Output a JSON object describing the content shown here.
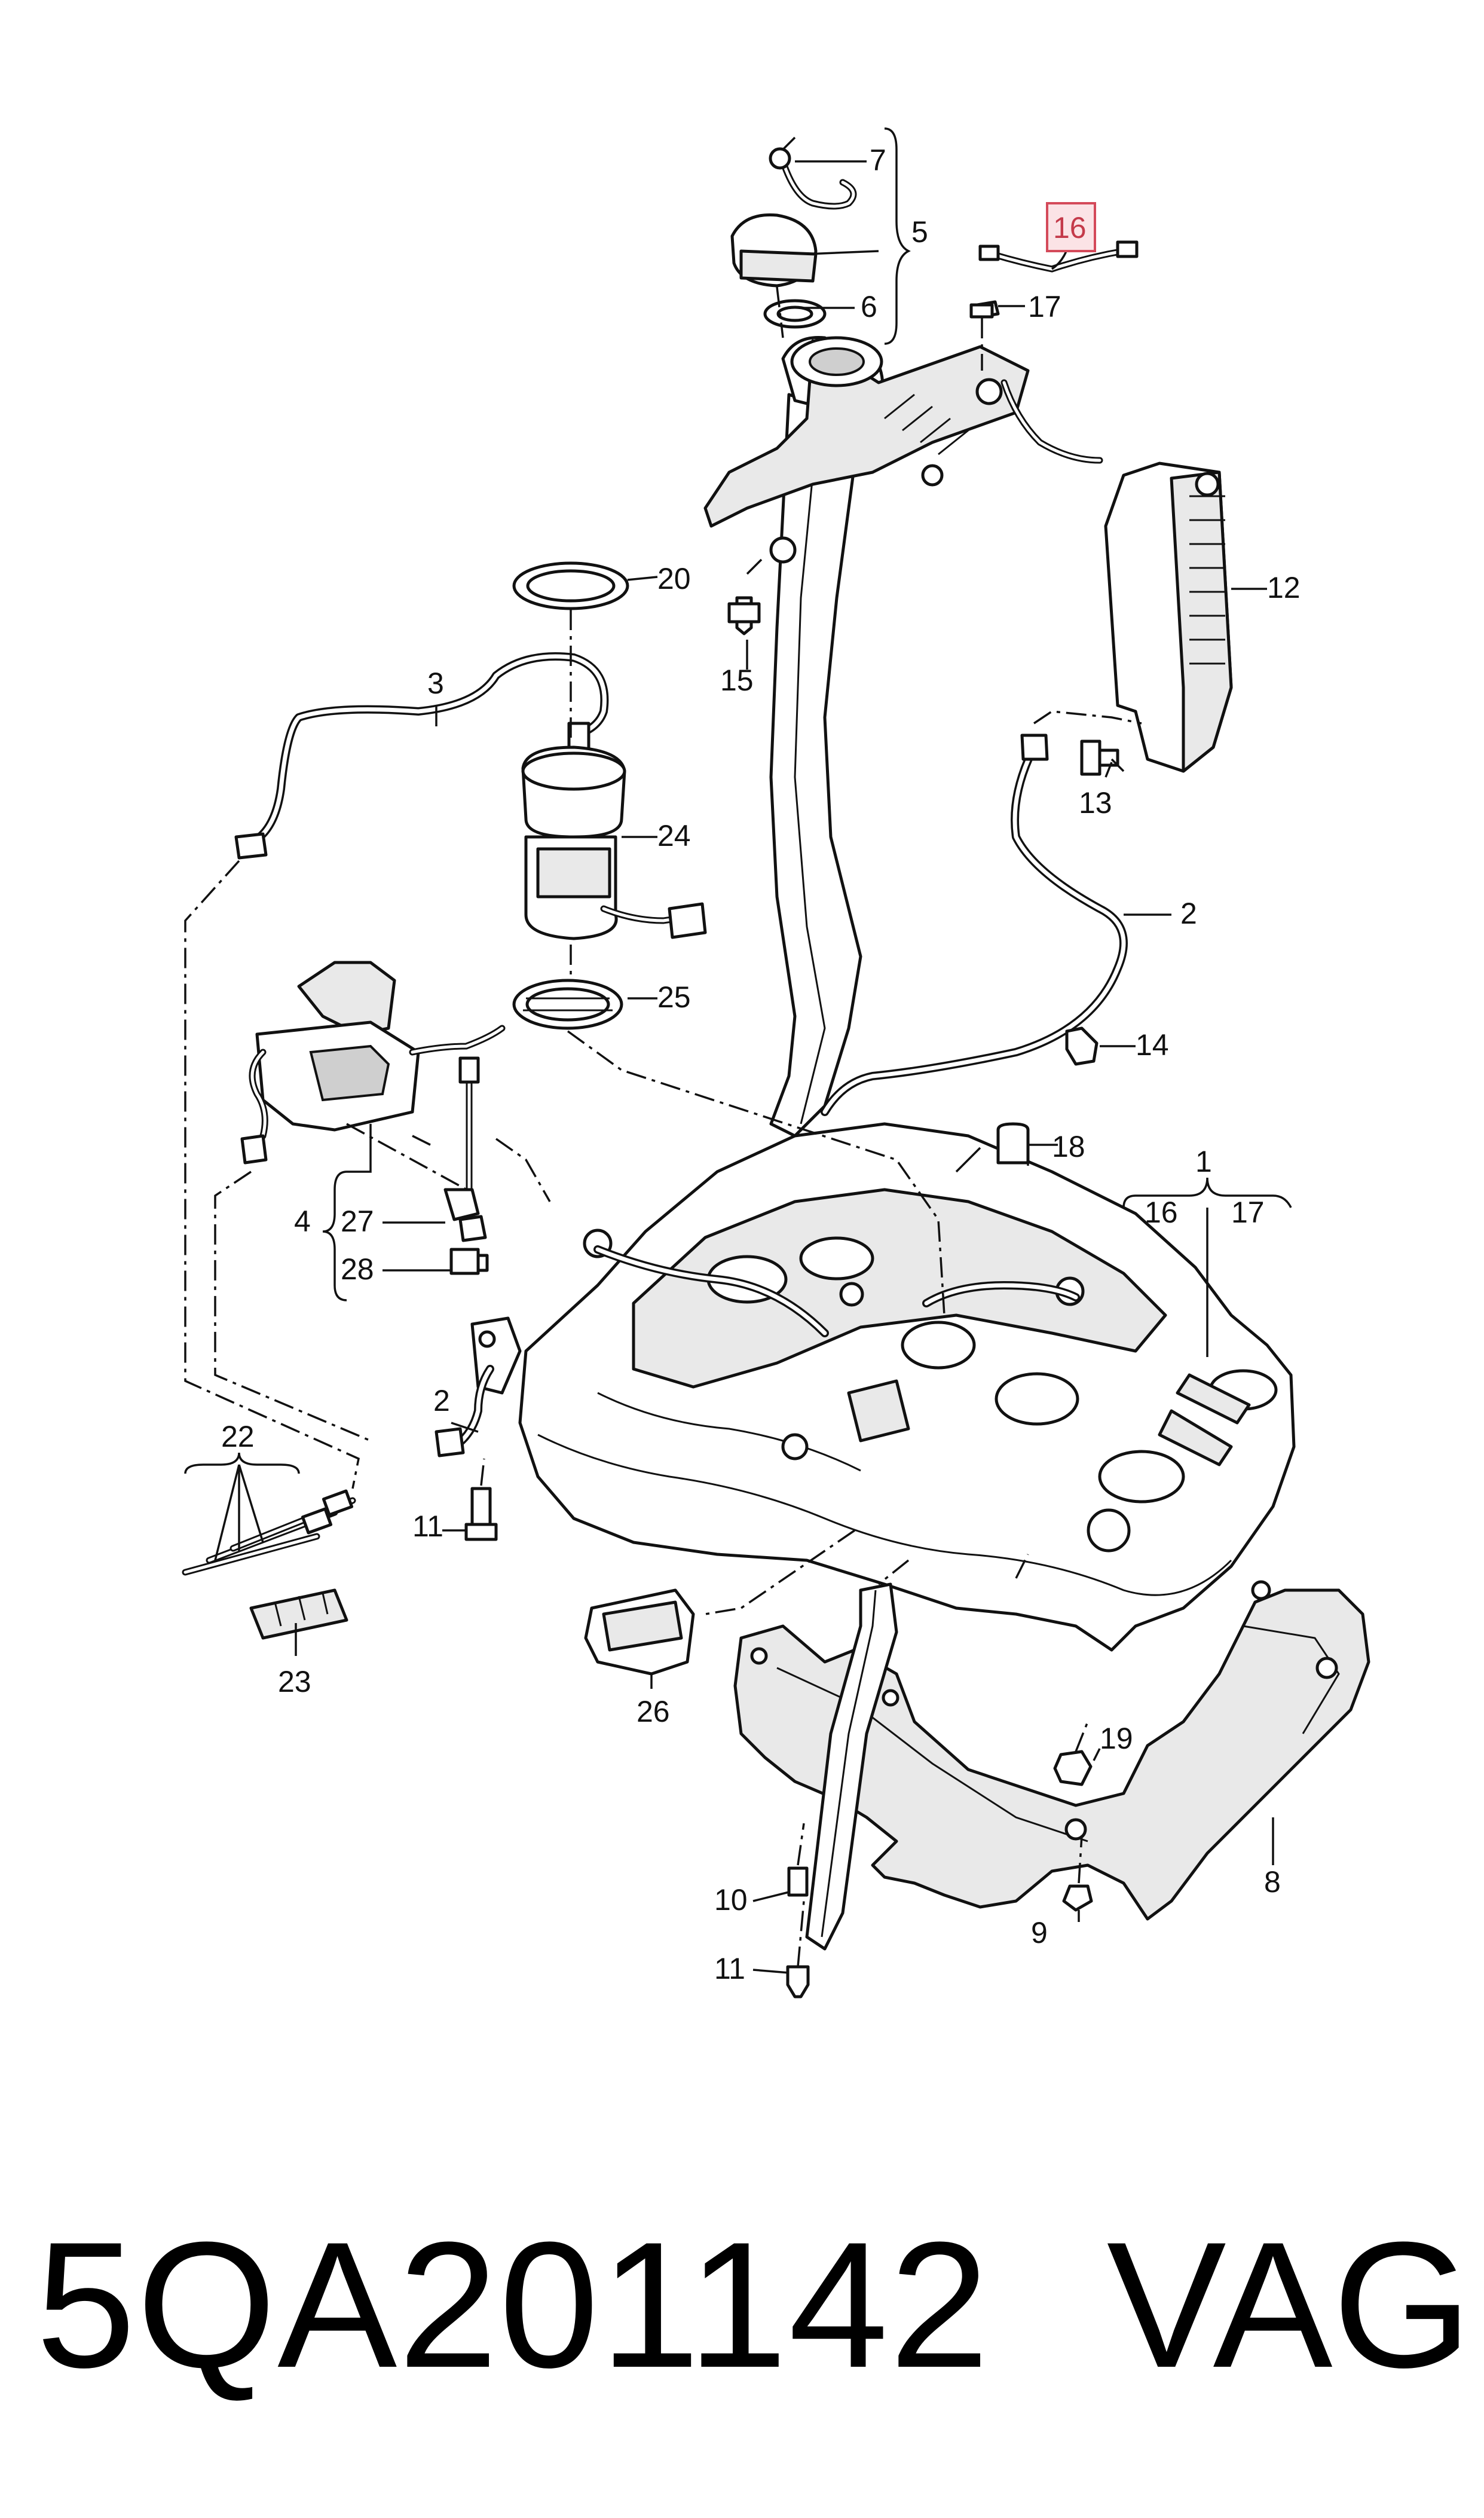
{
  "callouts": {
    "c1": "1",
    "c2a": "2",
    "c2b": "2",
    "c3": "3",
    "c4": "4",
    "c5": "5",
    "c6": "6",
    "c7": "7",
    "c8": "8",
    "c9": "9",
    "c10": "10",
    "c11a": "11",
    "c11b": "11",
    "c12": "12",
    "c13": "13",
    "c14": "14",
    "c15": "15",
    "c16_highlighted": "16",
    "c16_sub": "16",
    "c17a": "17",
    "c17_sub": "17",
    "c18": "18",
    "c19": "19",
    "c20": "20",
    "c22": "22",
    "c23": "23",
    "c24": "24",
    "c25": "25",
    "c26": "26",
    "c27": "27",
    "c28": "28"
  },
  "highlight_color": "#d44a5a",
  "footer": {
    "part_number": "5QA201142",
    "brand": "VAG"
  }
}
